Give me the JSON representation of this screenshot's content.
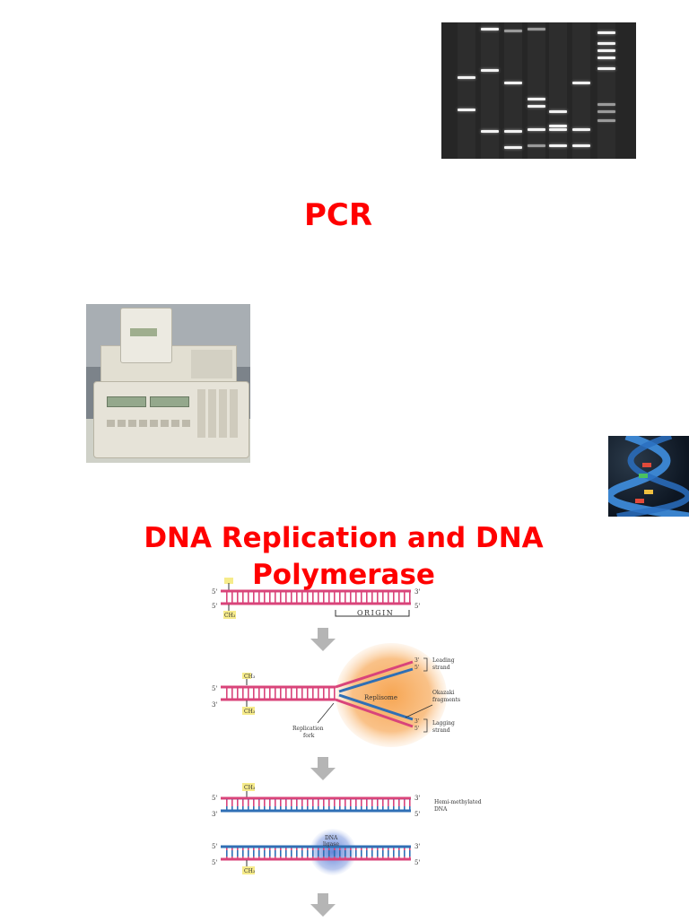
{
  "titles": {
    "pcr": "PCR",
    "dna_replication": "DNA Replication and DNA Polymerase"
  },
  "diagram": {
    "origin_label": "ORIGIN",
    "methyl_group": "CH₃",
    "five_prime": "5'",
    "three_prime": "3'",
    "leading_strand": [
      "Leading",
      "strand"
    ],
    "replisome": "Replisome",
    "okazaki": [
      "Okazaki",
      "fragments"
    ],
    "lagging_strand": [
      "Lagging",
      "strand"
    ],
    "replication_fork": [
      "Replication",
      "fork"
    ],
    "hemi_methylated": [
      "Hemi-methylated",
      "DNA"
    ],
    "dna_ligase": [
      "DNA",
      "ligase"
    ]
  },
  "colors": {
    "title_red": "#ff0000",
    "strand_pink": "#d9447a",
    "strand_blue": "#2f6fb5",
    "replisome_orange": "#f6a14a",
    "ligase_blue": "#5b7fd6",
    "methyl_yellow": "#f6eb8a"
  },
  "images": {
    "gel": "agarose-gel-electrophoresis-photo",
    "thermocycler": "pcr-thermocycler-photo",
    "helix": "dna-double-helix-render"
  }
}
